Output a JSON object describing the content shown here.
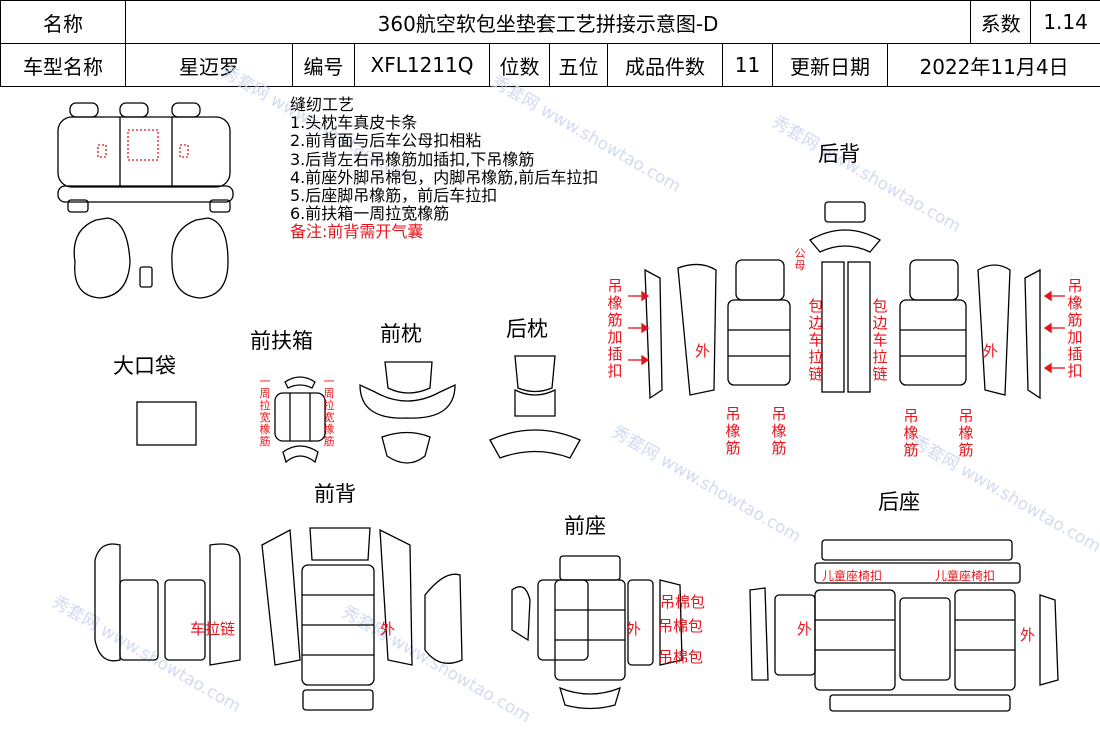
{
  "header": {
    "name_label": "名称",
    "title": "360航空软包坐垫套工艺拼接示意图-D",
    "coef_label": "系数",
    "coef_value": "1.14",
    "model_label": "车型名称",
    "model_value": "星迈罗",
    "code_label": "编号",
    "code_value": "XFL1211Q",
    "pos_label": "位数",
    "pos_value": "五位",
    "count_label": "成品件数",
    "count_value": "11",
    "date_label": "更新日期",
    "date_value": "2022年11月4日"
  },
  "notes": {
    "heading": "缝纫工艺",
    "items": [
      "1.头枕车真皮卡条",
      "2.前背面与后车公母扣相粘",
      "3.后背左右吊橡筋加插扣,下吊橡筋",
      "4.前座外脚吊棉包，内脚吊橡筋,前后车拉扣",
      "5.后座脚吊橡筋，前后车拉扣",
      "6.前扶箱一周拉宽橡筋"
    ],
    "remark": "备注:前背需开气囊"
  },
  "sections": {
    "big_pocket": "大口袋",
    "front_armrest": "前扶箱",
    "front_headrest": "前枕",
    "rear_headrest": "后枕",
    "rear_back": "后背",
    "front_back": "前背",
    "front_seat": "前座",
    "rear_seat": "后座"
  },
  "labels": {
    "armrest_elastic": "一周拉宽橡筋",
    "hang_elastic_clip": "吊橡筋加插扣",
    "hang_elastic": "吊橡筋",
    "outside": "外",
    "edge_zipper": "包边车拉链",
    "male_female": "公母",
    "zipper": "车拉链",
    "cotton_pack": "吊棉包",
    "child_seat": "儿童座椅扣"
  },
  "watermark": "秀套网 www.showtao.com"
}
